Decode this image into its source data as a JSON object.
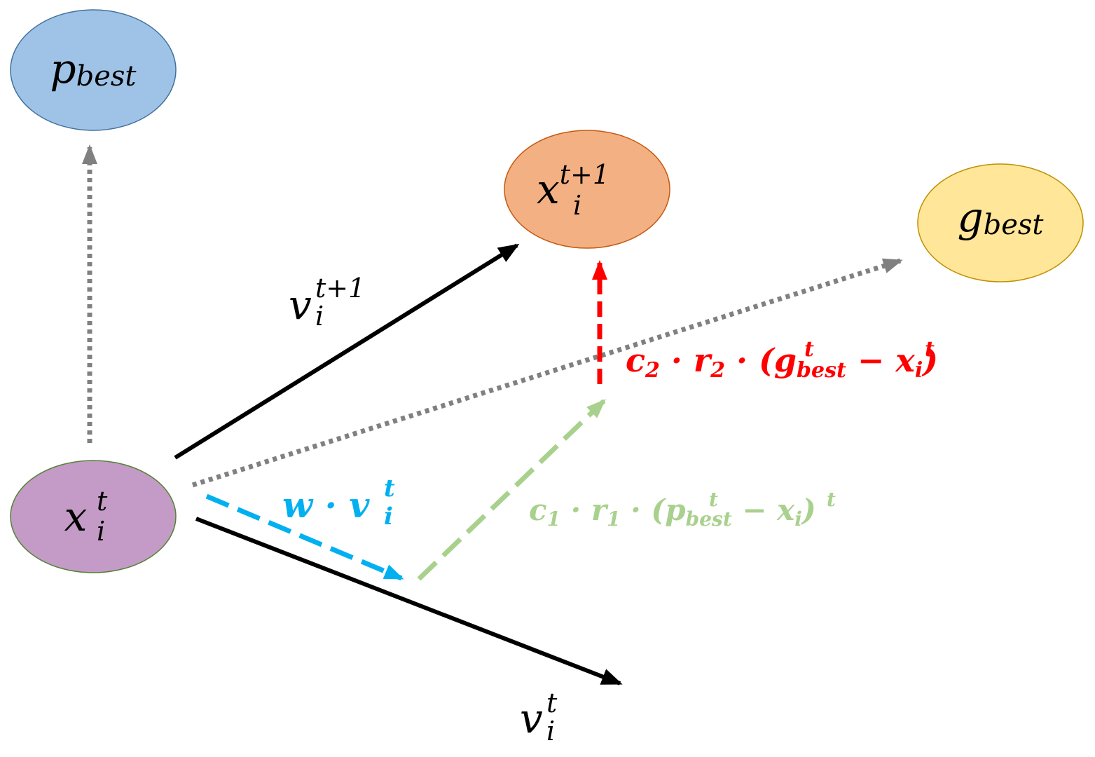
{
  "nodes": {
    "pbest": {
      "base": "p",
      "sub": "best",
      "sup": "",
      "fill": "#9fc3e7",
      "stroke": "#41719c"
    },
    "xnext": {
      "base": "x",
      "sub": "i",
      "sup": "t+1",
      "fill": "#f3b083",
      "stroke": "#c55a11"
    },
    "gbest": {
      "base": "g",
      "sub": "best",
      "sup": "",
      "fill": "#ffe699",
      "stroke": "#bf9000"
    },
    "xcur": {
      "base": "x",
      "sub": "i",
      "sup": "t",
      "fill": "#c39bc6",
      "stroke": "#548235"
    }
  },
  "labels": {
    "v_next": {
      "base": "v",
      "sub": "i",
      "sup": "t+1",
      "color": "#000000"
    },
    "v_cur": {
      "base": "v",
      "sub": "i",
      "sup": "t",
      "color": "#000000"
    },
    "inertia": {
      "coef": "w · ",
      "base": "v",
      "sub": "i",
      "sup": "t",
      "color": "#00b0f0"
    },
    "cognitive": {
      "prefix": "c",
      "prefix_sub": "1",
      "mid1": " · r",
      "mid1_sub": "1",
      "mid2": " · (p",
      "p_sub": "best",
      "p_sup": "t",
      "minus": " − x",
      "x_sub": "i",
      "x_sup": "t",
      "close": ")",
      "color": "#a9d18e"
    },
    "social": {
      "prefix": "c",
      "prefix_sub": "2",
      "mid1": " · r",
      "mid1_sub": "2",
      "mid2": " · (g",
      "g_sub": "best",
      "g_sup": "t",
      "minus": " − x",
      "x_sub": "i",
      "x_sup": "t",
      "close": ")",
      "color": "#ff0000"
    }
  },
  "colors": {
    "black": "#000000",
    "gray": "#808080",
    "blue": "#00b0f0",
    "green": "#a9d18e",
    "red": "#ff0000"
  }
}
